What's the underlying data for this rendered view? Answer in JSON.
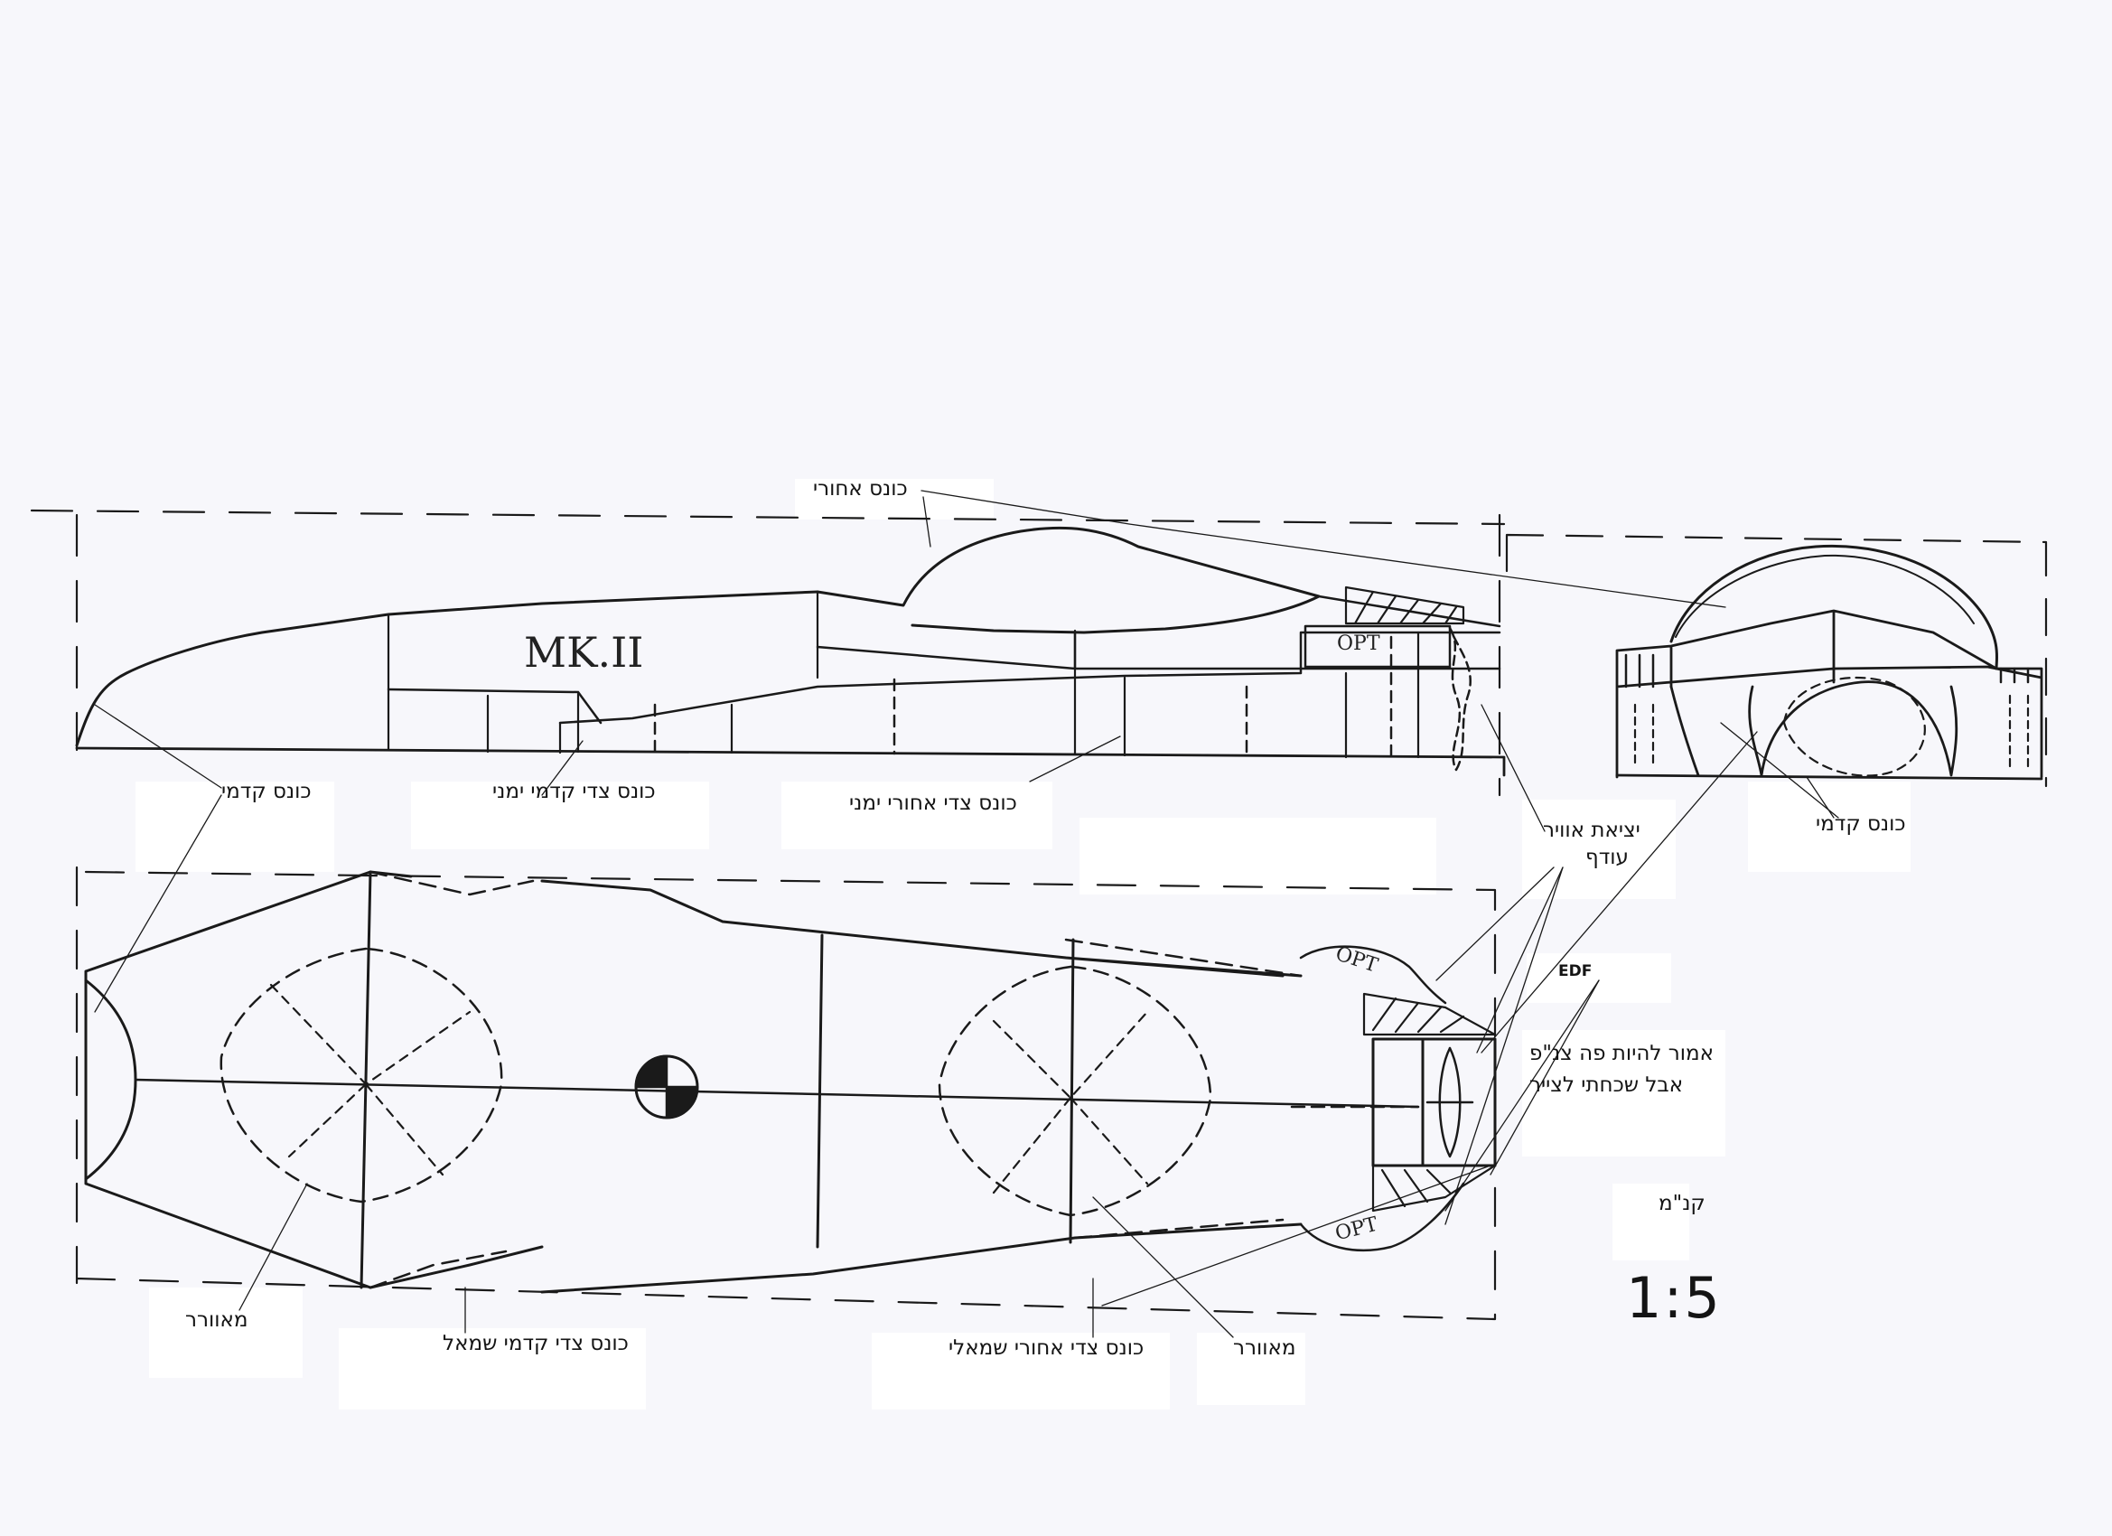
{
  "labels": {
    "rear_cone": "כונס אחורי",
    "front_cone_top": "כונס קדמי",
    "front_side_right_cone": "כונס צדי קדמי ימני",
    "rear_side_right_cone": "כונס צדי אחורי ימני",
    "exhaust_air": "יציאת אוויר",
    "excess_air": "עודף",
    "front_cone_right": "כונס קדמי",
    "edf": "EDF",
    "note_line1": "אמור להיות פה צנ\"פ",
    "note_line2": "אבל שכחתי לצייר",
    "scale_label": "קנ\"מ",
    "scale_value": "1:5",
    "fan_left": "מאוורר",
    "front_side_left_cone": "כונס צדי קדמי שמאל",
    "rear_side_left_cone": "כונס צדי אחורי שמאלי",
    "fan_right": "מאוורר"
  },
  "handwritten": {
    "model_mark": "MK.II",
    "opt_side": "OPT",
    "opt_top": "OPT",
    "opt_bottom": "OPT"
  },
  "colors": {
    "paper": "#f7f7fb",
    "ink": "#1a1a1a",
    "label_box": "#ffffff"
  }
}
